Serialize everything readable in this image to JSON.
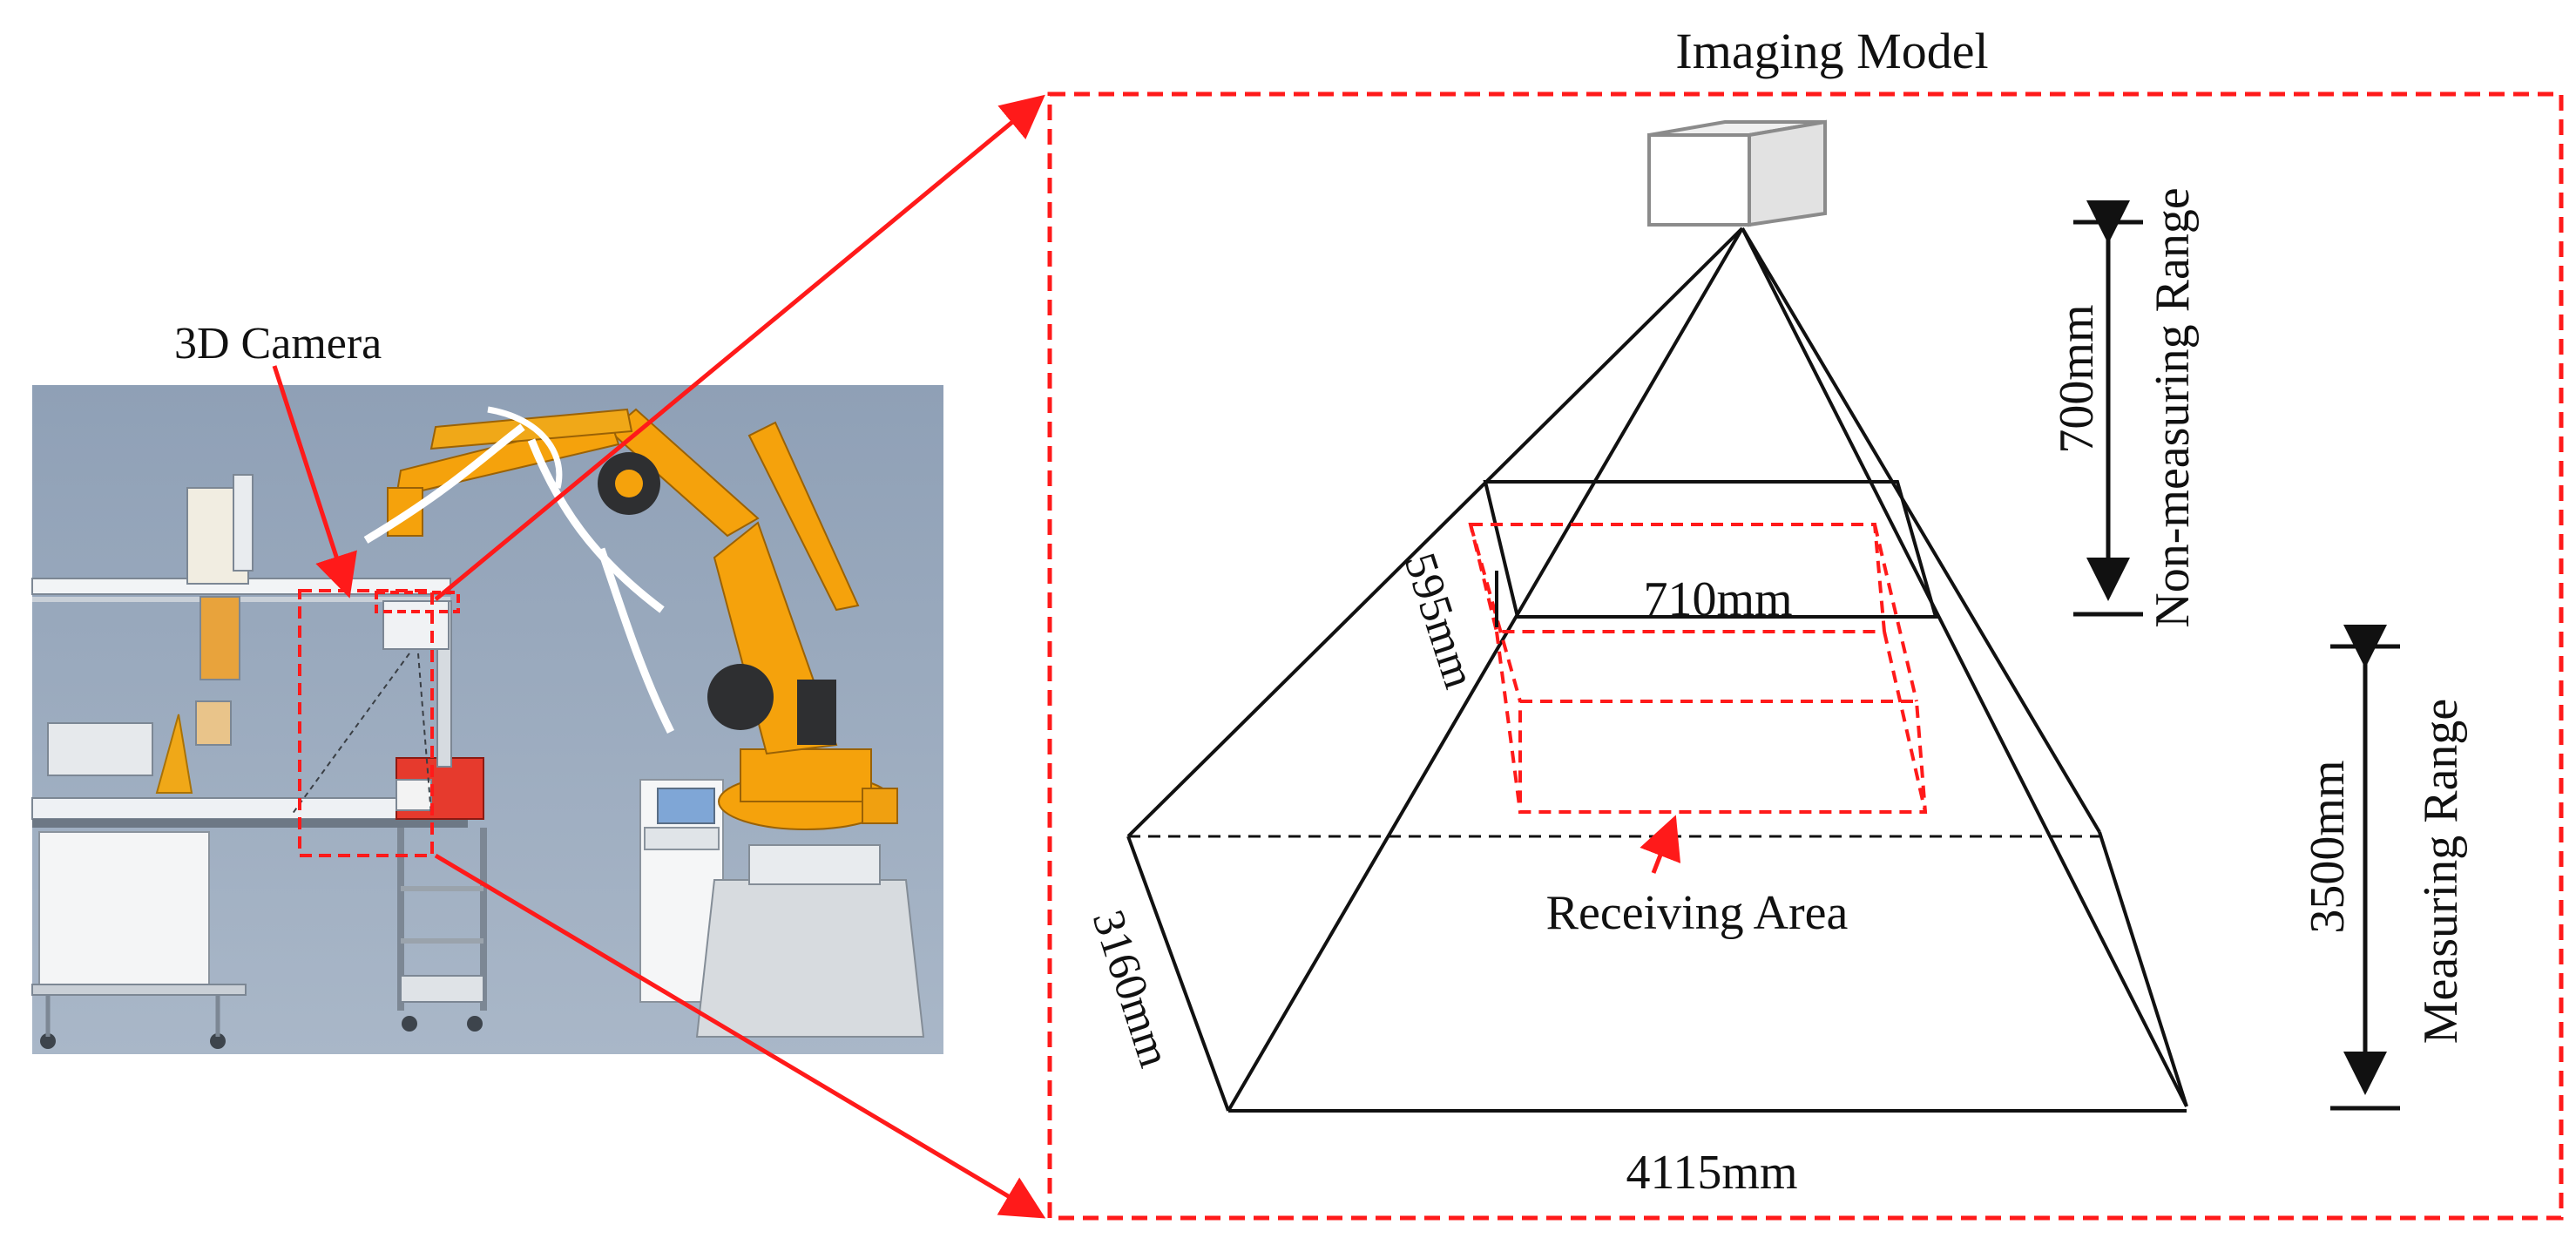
{
  "labels": {
    "imaging_model": "Imaging Model",
    "camera": "3D Camera",
    "non_measuring_range": "Non-measuring Range",
    "measuring_range": "Measuring Range",
    "receiving_area": "Receiving Area"
  },
  "dimensions": {
    "dim_700": "700mm",
    "dim_3500": "3500mm",
    "dim_710": "710mm",
    "dim_595": "595mm",
    "dim_3160": "3160mm",
    "dim_4115": "4115mm"
  },
  "colors": {
    "highlight": "#ff1a1a",
    "robot": "#f5a20c",
    "scene_bg": "#98a8bd",
    "line": "#111111"
  },
  "icons": {
    "camera": "camera-box-icon",
    "robot": "robot-arm-icon"
  }
}
